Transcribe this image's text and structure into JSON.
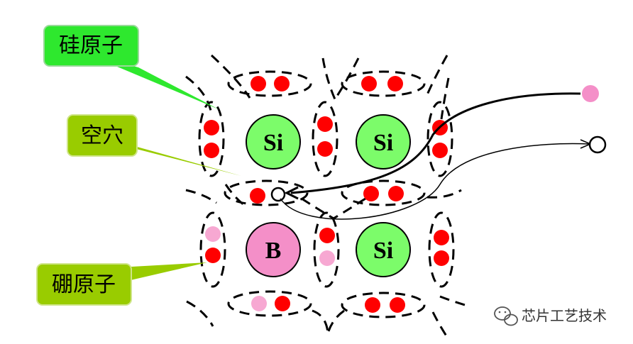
{
  "labels": {
    "silicon_atom": "硅原子",
    "hole": "空穴",
    "boron_atom": "硼原子"
  },
  "atoms": [
    {
      "symbol": "Si",
      "kind": "silicon"
    },
    {
      "symbol": "Si",
      "kind": "silicon"
    },
    {
      "symbol": "B",
      "kind": "boron"
    },
    {
      "symbol": "Si",
      "kind": "silicon"
    }
  ],
  "watermark": "芯片工艺技术",
  "colors": {
    "silicon_fill": "#7CFC6A",
    "boron_fill": "#F48FC8",
    "electron": "#FF0000",
    "boron_electron": "#F7A8D2",
    "free_hole_particle": "#F48FC8",
    "label_box_green": "#2EE82E",
    "label_box_lime": "#99CC00"
  }
}
